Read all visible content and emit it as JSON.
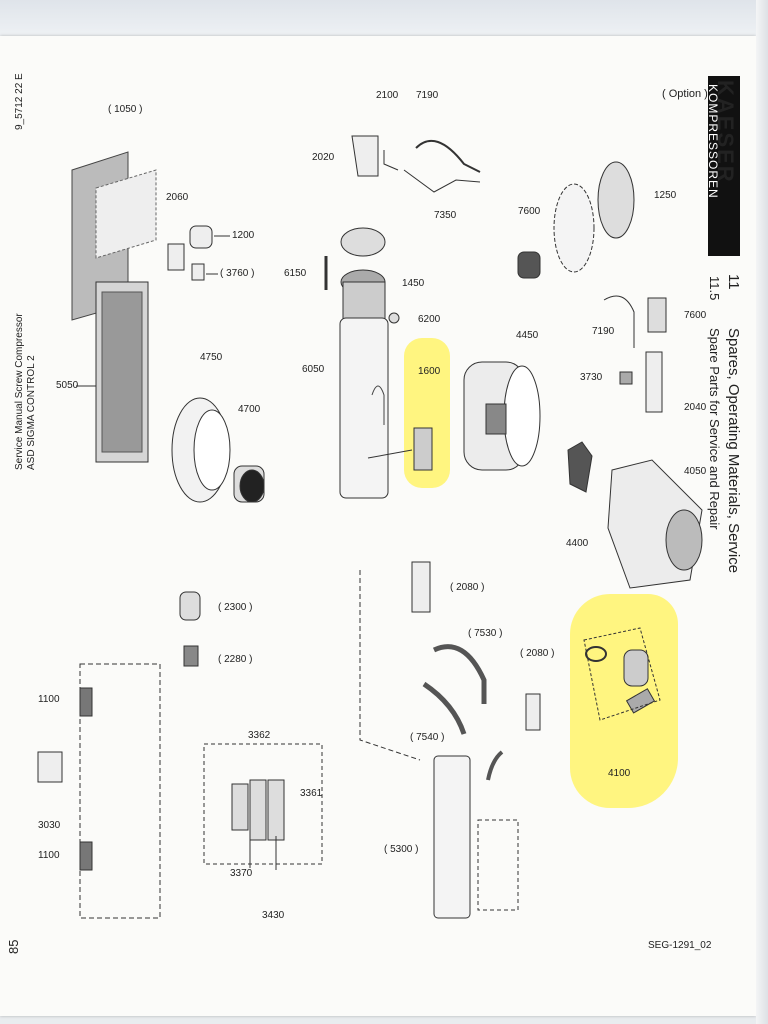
{
  "header": {
    "brand_main": "KAESER",
    "brand_sub": "KOMPRESSOREN",
    "chapter_number": "11",
    "chapter_title": "Spares, Operating Materials, Service",
    "section_number": "11.5",
    "section_title": "Spare Parts for Service and Repair",
    "option_label": "( Option )"
  },
  "footer": {
    "doc_number": "9_5712 22 E",
    "manual_title": "Service Manual   Screw Compressor",
    "manual_model": "ASD  SIGMA CONTROL 2",
    "page_number": "85",
    "drawing_ref": "SEG-1291_02"
  },
  "colors": {
    "highlight": "#fff36b",
    "ink": "#222222",
    "paper": "#fbfbf9"
  },
  "parts": [
    "( 1050 )",
    "2060",
    "1200",
    "( 3760 )",
    "5050",
    "4750",
    "4700",
    "2100",
    "7190",
    "2020",
    "7350",
    "1450",
    "6150",
    "6200",
    "6050",
    "1600",
    "7600",
    "1250",
    "7190",
    "7600",
    "4450",
    "3730",
    "2040",
    "4050",
    "4400",
    "( 2080 )",
    "( 7530 )",
    "( 2080 )",
    "( 7540 )",
    "( 5300 )",
    "4100",
    "( 2300 )",
    "( 2280 )",
    "1100",
    "3030",
    "1100",
    "3362",
    "3361",
    "3370",
    "3430"
  ]
}
